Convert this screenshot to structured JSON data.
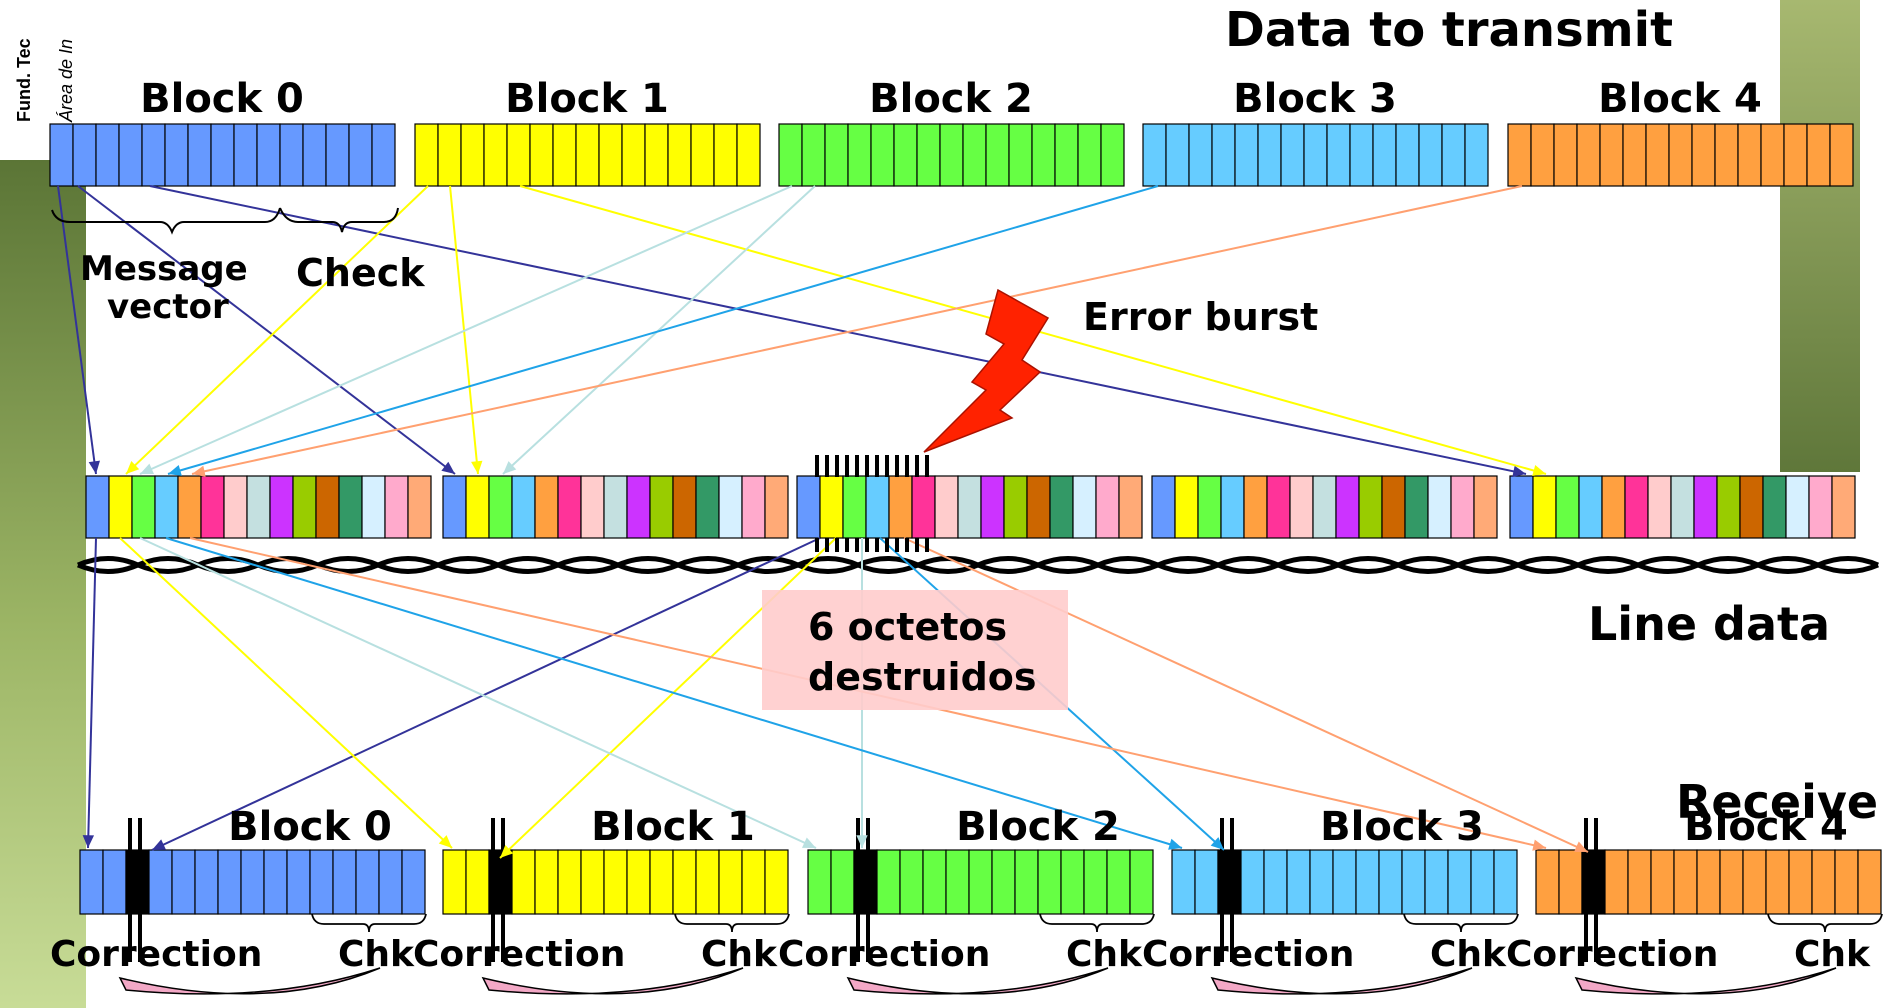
{
  "header": {
    "side_title": "Fund. Tec",
    "side_subtitle": "Área de In"
  },
  "labels": {
    "data_to_transmit": "Data to transmit",
    "message_vector_1": "Message",
    "message_vector_2": "vector",
    "check": "Check",
    "error_burst": "Error burst",
    "line_data": "Line data",
    "destroyed_1": "6 octetos",
    "destroyed_2": "destruidos",
    "receive": "Receive"
  },
  "top_blocks": [
    {
      "label": "Block 0",
      "color": "#6699ff"
    },
    {
      "label": "Block 1",
      "color": "#ffff00"
    },
    {
      "label": "Block 2",
      "color": "#66ff44"
    },
    {
      "label": "Block 3",
      "color": "#66ccff"
    },
    {
      "label": "Block 4",
      "color": "#ffa040"
    }
  ],
  "line_block_colors": [
    "#6699ff",
    "#ffff00",
    "#66ff44",
    "#66ccff",
    "#ffa040",
    "#ff3399",
    "#ffcccc",
    "#c4e0e0",
    "#cc33ff",
    "#99cc00",
    "#cc6600",
    "#339966",
    "#d6f0ff",
    "#ffaacc",
    "#ffaa77"
  ],
  "receive_blocks": [
    {
      "label": "Block 0",
      "correction": "Correction",
      "chk": "Chk",
      "color": "#6699ff"
    },
    {
      "label": "Block 1",
      "correction": "Correction",
      "chk": "Chk",
      "color": "#ffff00"
    },
    {
      "label": "Block 2",
      "correction": "Correction",
      "chk": "Chk",
      "color": "#66ff44"
    },
    {
      "label": "Block 3",
      "correction": "Correction",
      "chk": "Chk",
      "color": "#66ccff"
    },
    {
      "label": "Block 4",
      "correction": "Correction",
      "chk": "Chk",
      "color": "#ffa040"
    }
  ],
  "colors": {
    "arrow_block0": "#333399",
    "arrow_block1": "#ffff00",
    "arrow_block2": "#b8e0e0",
    "arrow_block3": "#1fa3e8",
    "arrow_block4": "#ffa070",
    "burst": "#ff2200",
    "destroyed_box": "#ffcccc",
    "side_green": "#8fae55"
  }
}
